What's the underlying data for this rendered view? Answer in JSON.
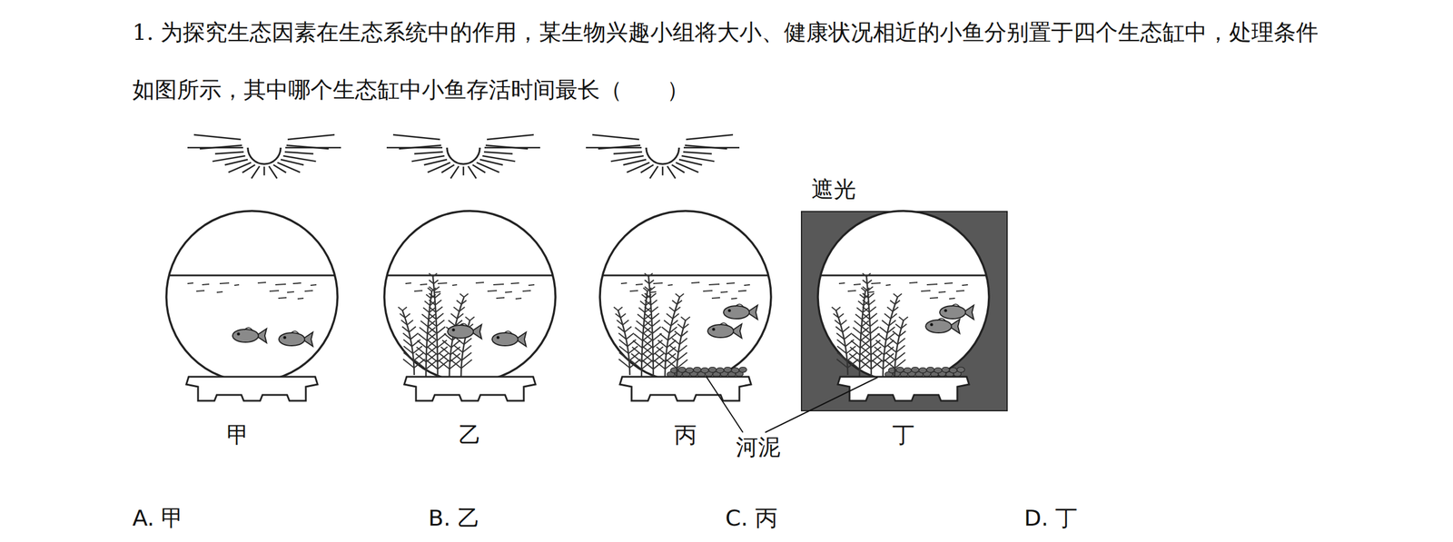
{
  "diagram": {
    "labels": [
      "1. 为探究生态因素在生态系统中的作用，某生物兴趣小组将大小、健康状况相近的小鱼分别置于四个生态缸中，处理条件如图所示，其中哪个生态缸中小鱼存活时间最长（　　）",
      "遮光",
      "甲",
      "乙",
      "丙",
      "河泥",
      "丁",
      "A. 甲",
      "B. 乙",
      "C. 丙",
      "D. 丁"
    ]
  }
}
